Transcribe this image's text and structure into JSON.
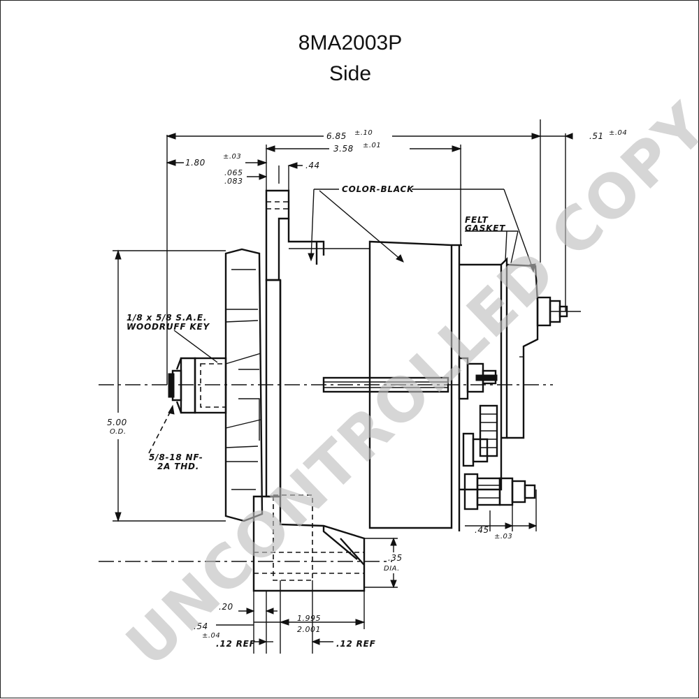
{
  "title": "8MA2003P",
  "subtitle": "Side",
  "watermark": "UNCONTROLLED COPY",
  "labels": {
    "overall_length": "6.85",
    "overall_tol": "±.10",
    "body_length": "3.58",
    "body_tol": "±.01",
    "terminal_offset": ".51",
    "terminal_tol": "±.04",
    "hub_length": "1.80",
    "hub_tol": "±.03",
    "gap_top": ".065",
    "gap_bottom": ".083",
    "flange_width": ".44",
    "color": "COLOR-BLACK",
    "felt": "FELT",
    "gasket": "GASKET",
    "key_line1": "1/8 x 5/8 S.A.E.",
    "key_line2": "WOODRUFF KEY",
    "od_value": "5.00",
    "od_unit": "O.D.",
    "thread_line1": "5/8-18 NF-",
    "thread_line2": "2A THD.",
    "stud_offset": ".45",
    "stud_tol": "±.03",
    "hole_dia": ".35",
    "hole_unit": "DIA.",
    "slot": ".20",
    "base_offset": ".54",
    "base_tol": "±.04",
    "spacing_top": "1.995",
    "spacing_bottom": "2.001",
    "ref_left": ".12 REF",
    "ref_right": ".12 REF"
  }
}
